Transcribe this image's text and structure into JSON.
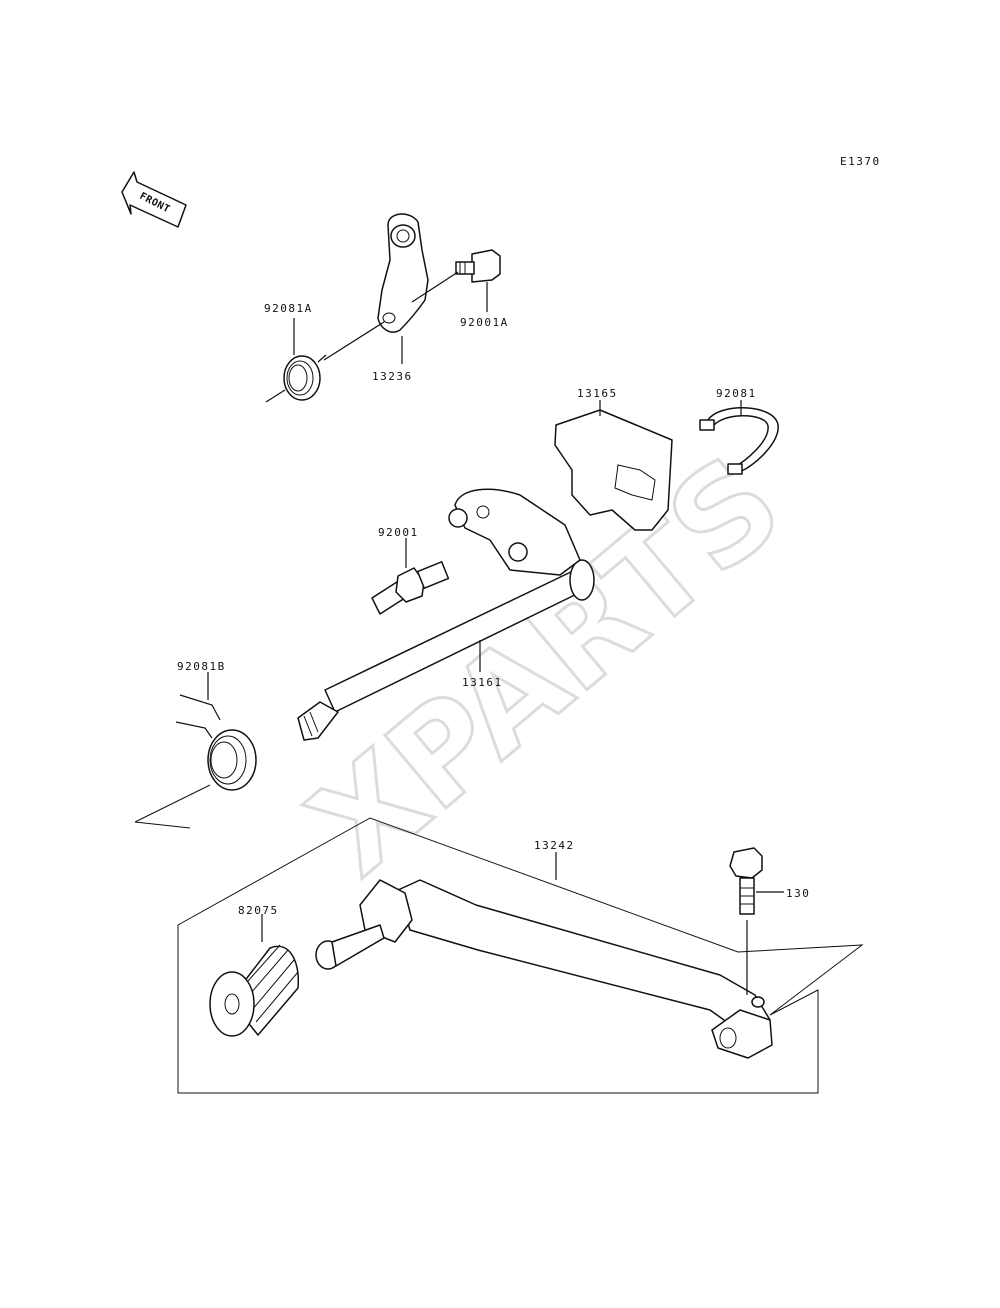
{
  "diagram_code": "E1370",
  "front_label": "FRONT",
  "watermark": "XPARTS",
  "parts": {
    "p92081A": "92081A",
    "p13236": "13236",
    "p92001A": "92001A",
    "p13165": "13165",
    "p92081": "92081",
    "p92001": "92001",
    "p13161": "13161",
    "p92081B": "92081B",
    "p13242": "13242",
    "p130": "130",
    "p82075": "82075"
  }
}
